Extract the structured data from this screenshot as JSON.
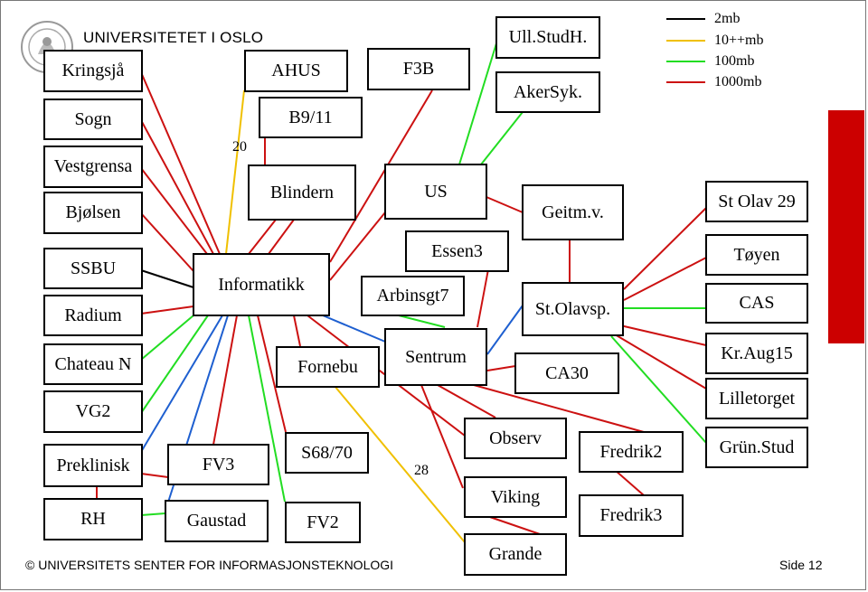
{
  "header": {
    "institution": "UNIVERSITETET I OSLO",
    "seal_icon": "university-seal-icon"
  },
  "footer": {
    "copyright": "© UNIVERSITETS SENTER FOR INFORMASJONSTEKNOLOGI",
    "page": "Side 12"
  },
  "legend": [
    {
      "label": "2mb",
      "color": "#000000"
    },
    {
      "label": "10++mb",
      "color": "#f0c000"
    },
    {
      "label": "100mb",
      "color": "#22dd22"
    },
    {
      "label": "1000mb",
      "color": "#cc1111"
    }
  ],
  "link_labels": {
    "l20": "20",
    "l28": "28"
  },
  "nodes": {
    "kringsja": "Kringsjå",
    "sogn": "Sogn",
    "vestgrensa": "Vestgrensa",
    "bjolsen": "Bjølsen",
    "ssbu": "SSBU",
    "radium": "Radium",
    "chateau": "Chateau N",
    "vg2": "VG2",
    "preklinisk": "Preklinisk",
    "rh": "RH",
    "ahus": "AHUS",
    "b911": "B9/11",
    "blindern": "Blindern",
    "informatikk": "Informatikk",
    "fv3": "FV3",
    "gaustad": "Gaustad",
    "f3b": "F3B",
    "us": "US",
    "essen3": "Essen3",
    "arbinsgt7": "Arbinsgt7",
    "sentrum": "Sentrum",
    "fornebu": "Fornebu",
    "s6870": "S68/70",
    "fv2": "FV2",
    "ullstudh": "Ull.StudH.",
    "akersyk": "AkerSyk.",
    "geitm": "Geitm.v.",
    "stolavsp": "St.Olavsp.",
    "ca30": "CA30",
    "observ": "Observ",
    "viking": "Viking",
    "grande": "Grande",
    "fredrik2": "Fredrik2",
    "fredrik3": "Fredrik3",
    "stolav29": "St Olav 29",
    "toyen": "Tøyen",
    "cas": "CAS",
    "kraug15": "Kr.Aug15",
    "lilletorget": "Lilletorget",
    "grunstud": "Grün.Stud"
  }
}
